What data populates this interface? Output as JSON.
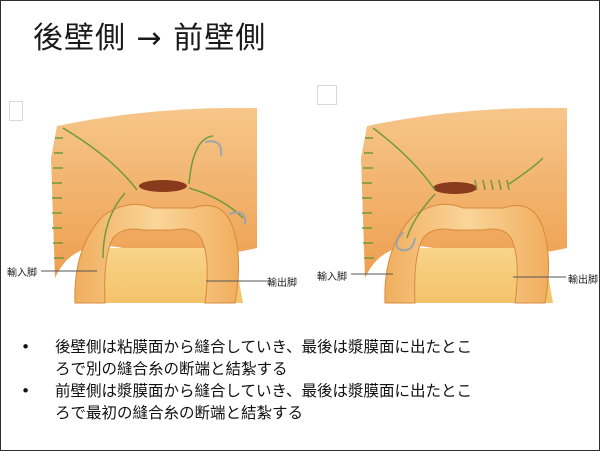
{
  "title": "後壁側 → 前壁側",
  "figures": {
    "left": {
      "inflow_label": "輸入脚",
      "outflow_label": "輸出脚"
    },
    "right": {
      "inflow_label": "輸入脚",
      "outflow_label": "輸出脚"
    }
  },
  "bullets": [
    "後壁側は粘膜面から縫合していき、最後は漿膜面に出たところで別の縫合糸の断端と結紮する",
    "前壁側は漿膜面から縫合していき、最後は漿膜面に出たところで最初の縫合糸の断端と結紮する"
  ],
  "colors": {
    "stomach": "#f3b56a",
    "bowel": "#f7c77e",
    "suture": "#6f9a3e",
    "wound": "#8a3a1c"
  }
}
